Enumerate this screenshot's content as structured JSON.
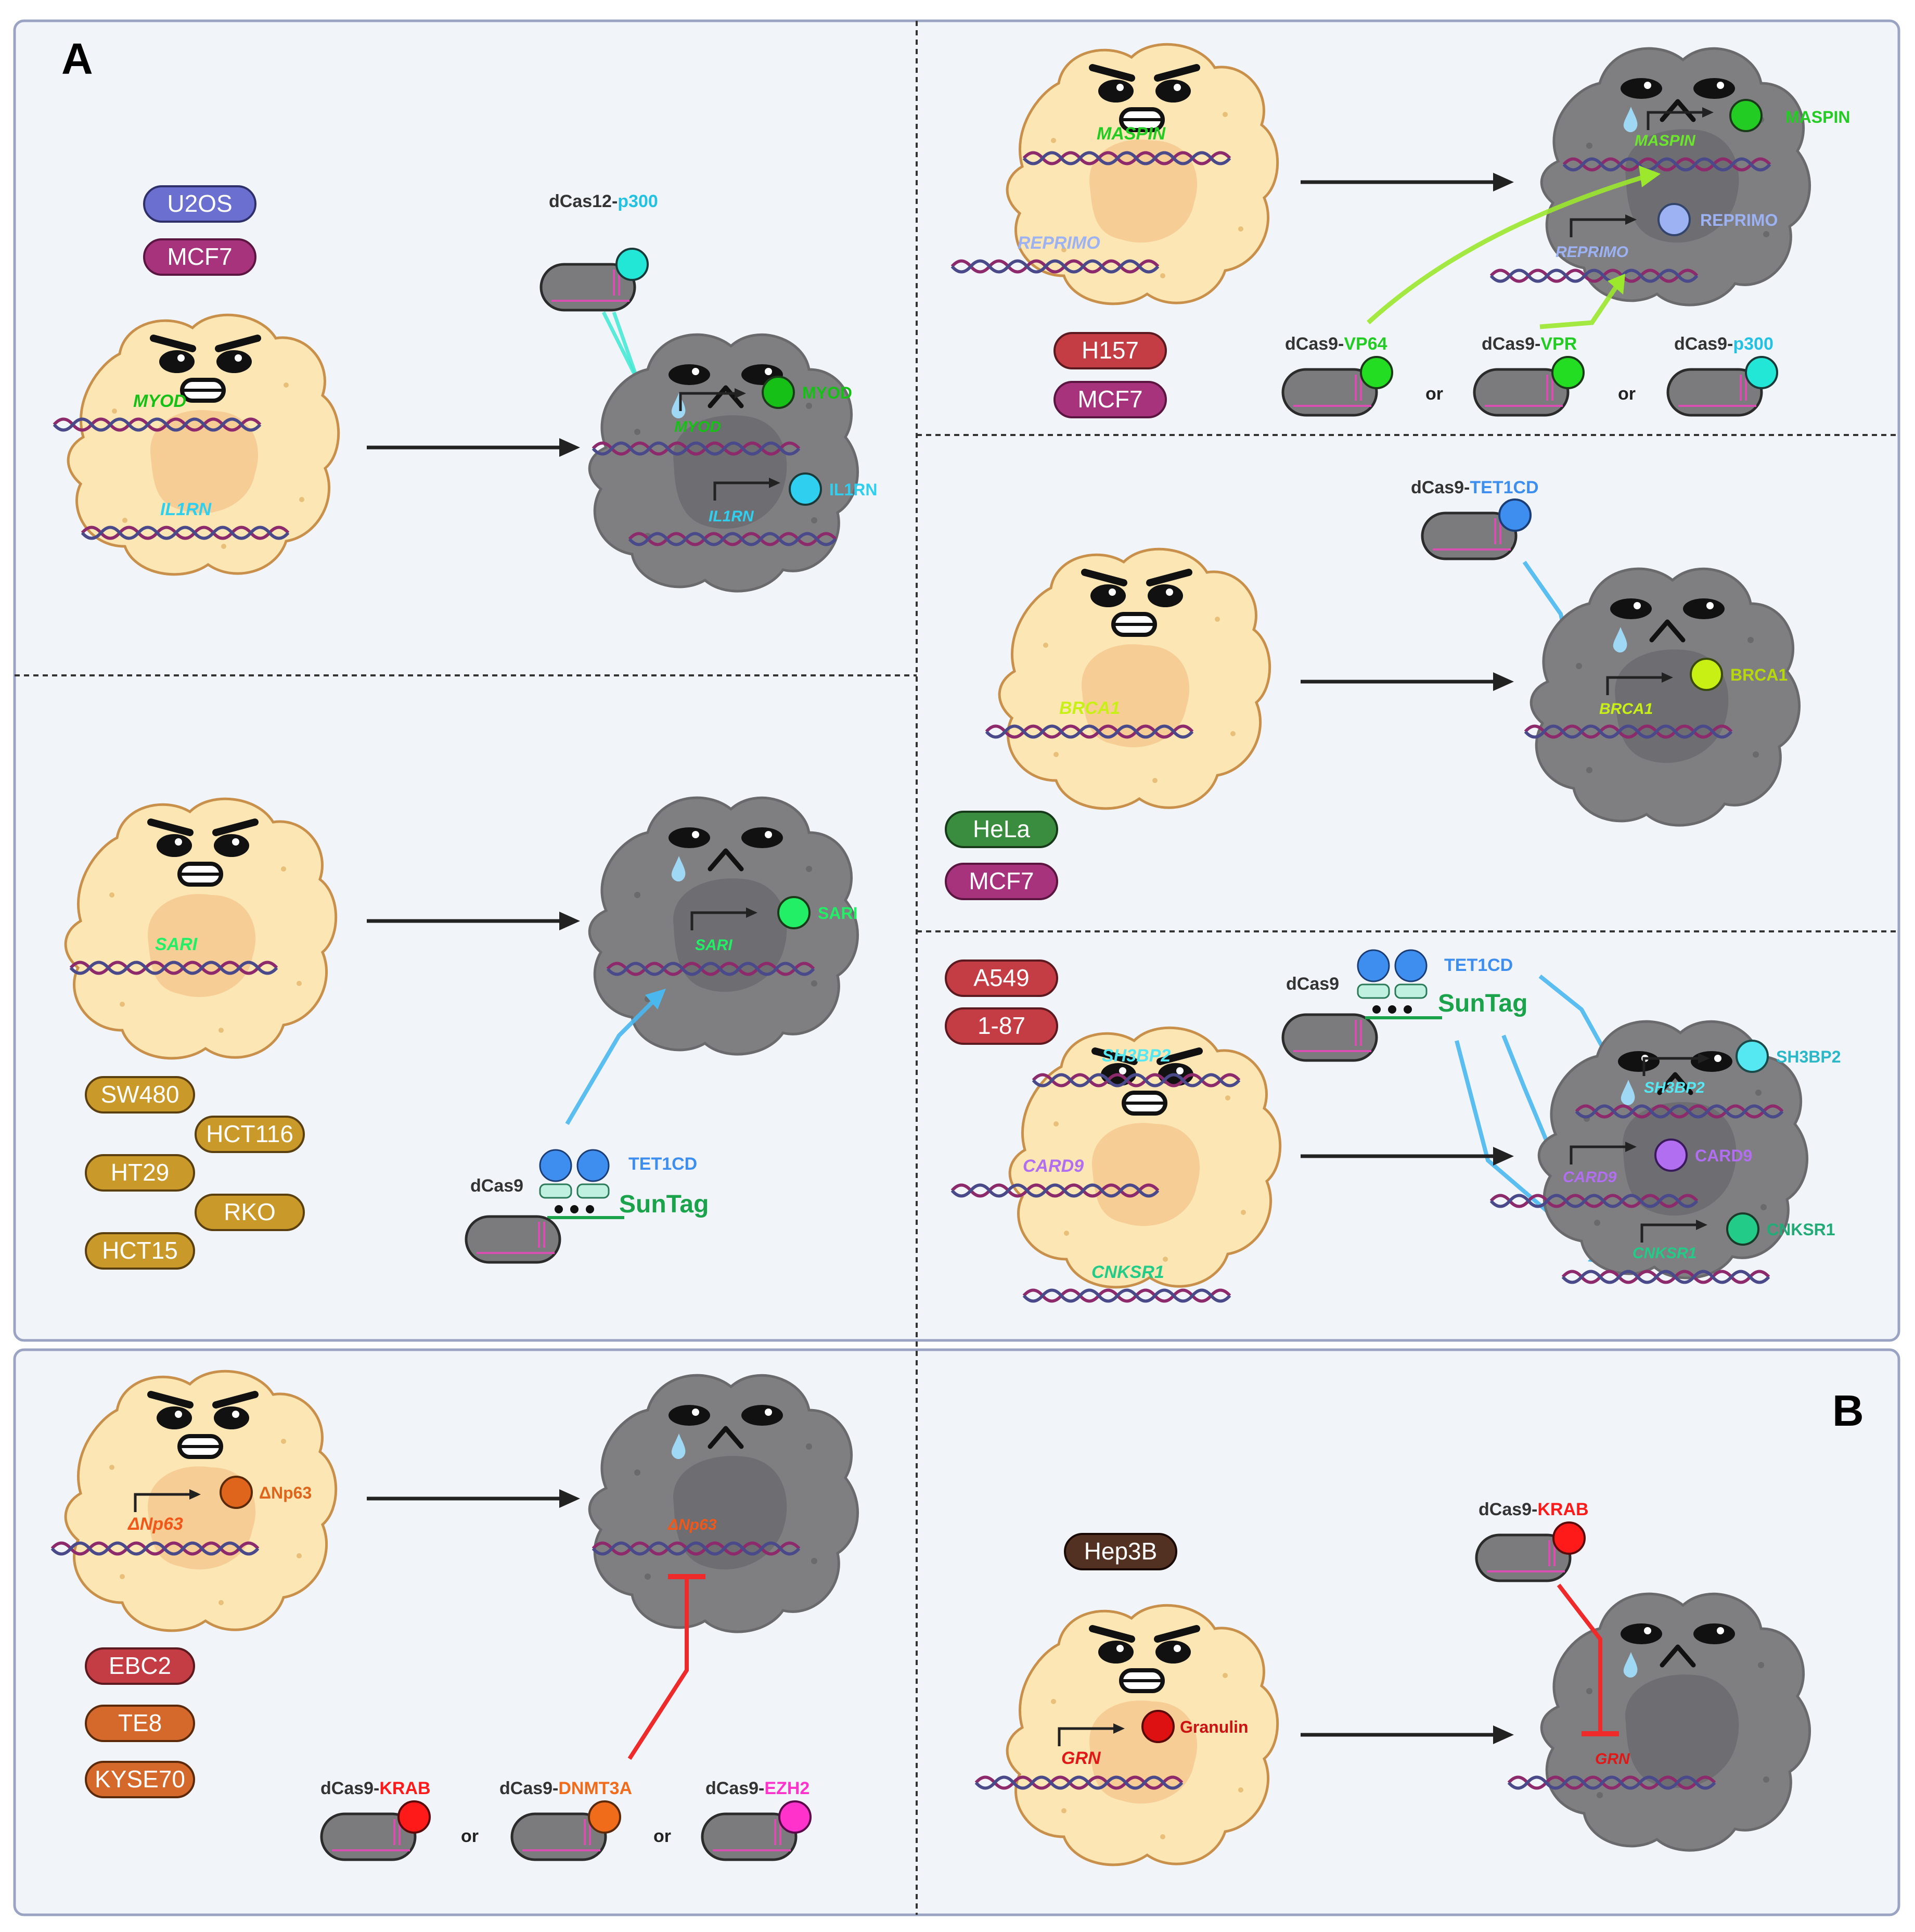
{
  "panel_labels": {
    "a": "A",
    "b": "B"
  },
  "connector_or": "or",
  "panels": {
    "p1": {
      "cell_lines": [
        "U2OS",
        "MCF7"
      ],
      "genes": [
        "MYOD",
        "IL1RN"
      ],
      "tool": {
        "prefix": "dCas12-",
        "effector": "p300"
      },
      "products": [
        "MYOD",
        "IL1RN"
      ]
    },
    "p2": {
      "cell_lines": [
        "H157",
        "MCF7"
      ],
      "genes": [
        "MASPIN",
        "REPRIMO"
      ],
      "products": [
        "MASPIN",
        "REPRIMO"
      ],
      "tools": [
        {
          "prefix": "dCas9-",
          "effector": "VP64"
        },
        {
          "prefix": "dCas9-",
          "effector": "VPR"
        },
        {
          "prefix": "dCas9-",
          "effector": "p300"
        }
      ]
    },
    "p3": {
      "cell_lines": [
        "HeLa",
        "MCF7"
      ],
      "gene": "BRCA1",
      "product": "BRCA1",
      "tool": {
        "prefix": "dCas9-",
        "effector": "TET1CD"
      }
    },
    "p4": {
      "cell_lines": [
        "SW480",
        "HCT116",
        "HT29",
        "RKO",
        "HCT15"
      ],
      "gene": "SARI",
      "product": "SARI",
      "tool": {
        "base": "dCas9",
        "effector": "TET1CD",
        "system": "SunTag"
      }
    },
    "p5": {
      "cell_lines": [
        "A549",
        "1-87"
      ],
      "genes": [
        "SH3BP2",
        "CARD9",
        "CNKSR1"
      ],
      "products": [
        "SH3BP2",
        "CARD9",
        "CNKSR1"
      ],
      "tool": {
        "base": "dCas9",
        "effector": "TET1CD",
        "system": "SunTag"
      }
    },
    "p6": {
      "cell_lines": [
        "EBC2",
        "TE8",
        "KYSE70"
      ],
      "gene": "ΔNp63",
      "product": "ΔNp63",
      "tools": [
        {
          "prefix": "dCas9-",
          "effector": "KRAB"
        },
        {
          "prefix": "dCas9-",
          "effector": "DNMT3A"
        },
        {
          "prefix": "dCas9-",
          "effector": "EZH2"
        }
      ]
    },
    "p7": {
      "cell_lines": [
        "Hep3B"
      ],
      "gene": "GRN",
      "product": "Granulin",
      "tool": {
        "prefix": "dCas9-",
        "effector": "KRAB"
      }
    }
  },
  "colors": {
    "panel_bg": "#f1f4f9",
    "panel_border": "#9aa3c2",
    "cancer_cell": "#fbe6b4",
    "cancer_cell_edge": "#c8904a",
    "dead_cell": "#7f7f81",
    "purple_line": "#6b6fcf",
    "magenta_line": "#a8337d",
    "red_line": "#c43c44",
    "mustard_line": "#c99a2a",
    "green_line": "#3a8c3e",
    "orange_line": "#d5692c",
    "brown_line": "#523122",
    "myod_green": "#17c017",
    "il1rn_cyan": "#2fd0ef",
    "maspin_green": "#22cc22",
    "reprimo_blue": "#9db2f2",
    "brca1_lime": "#c9f015",
    "sari_green": "#22ee66",
    "sh3bp2_cyan": "#55e8f2",
    "card9_purple": "#b16ef0",
    "cnksr1_green": "#22cc88",
    "p300_cyan": "#23e7d6",
    "tet1cd_blue": "#3e8ef0",
    "krab_red": "#ff1a1a",
    "dnmt3a_orange": "#f06b1a",
    "ezh2_pink": "#ff33cc",
    "vp_green": "#22dd22"
  }
}
